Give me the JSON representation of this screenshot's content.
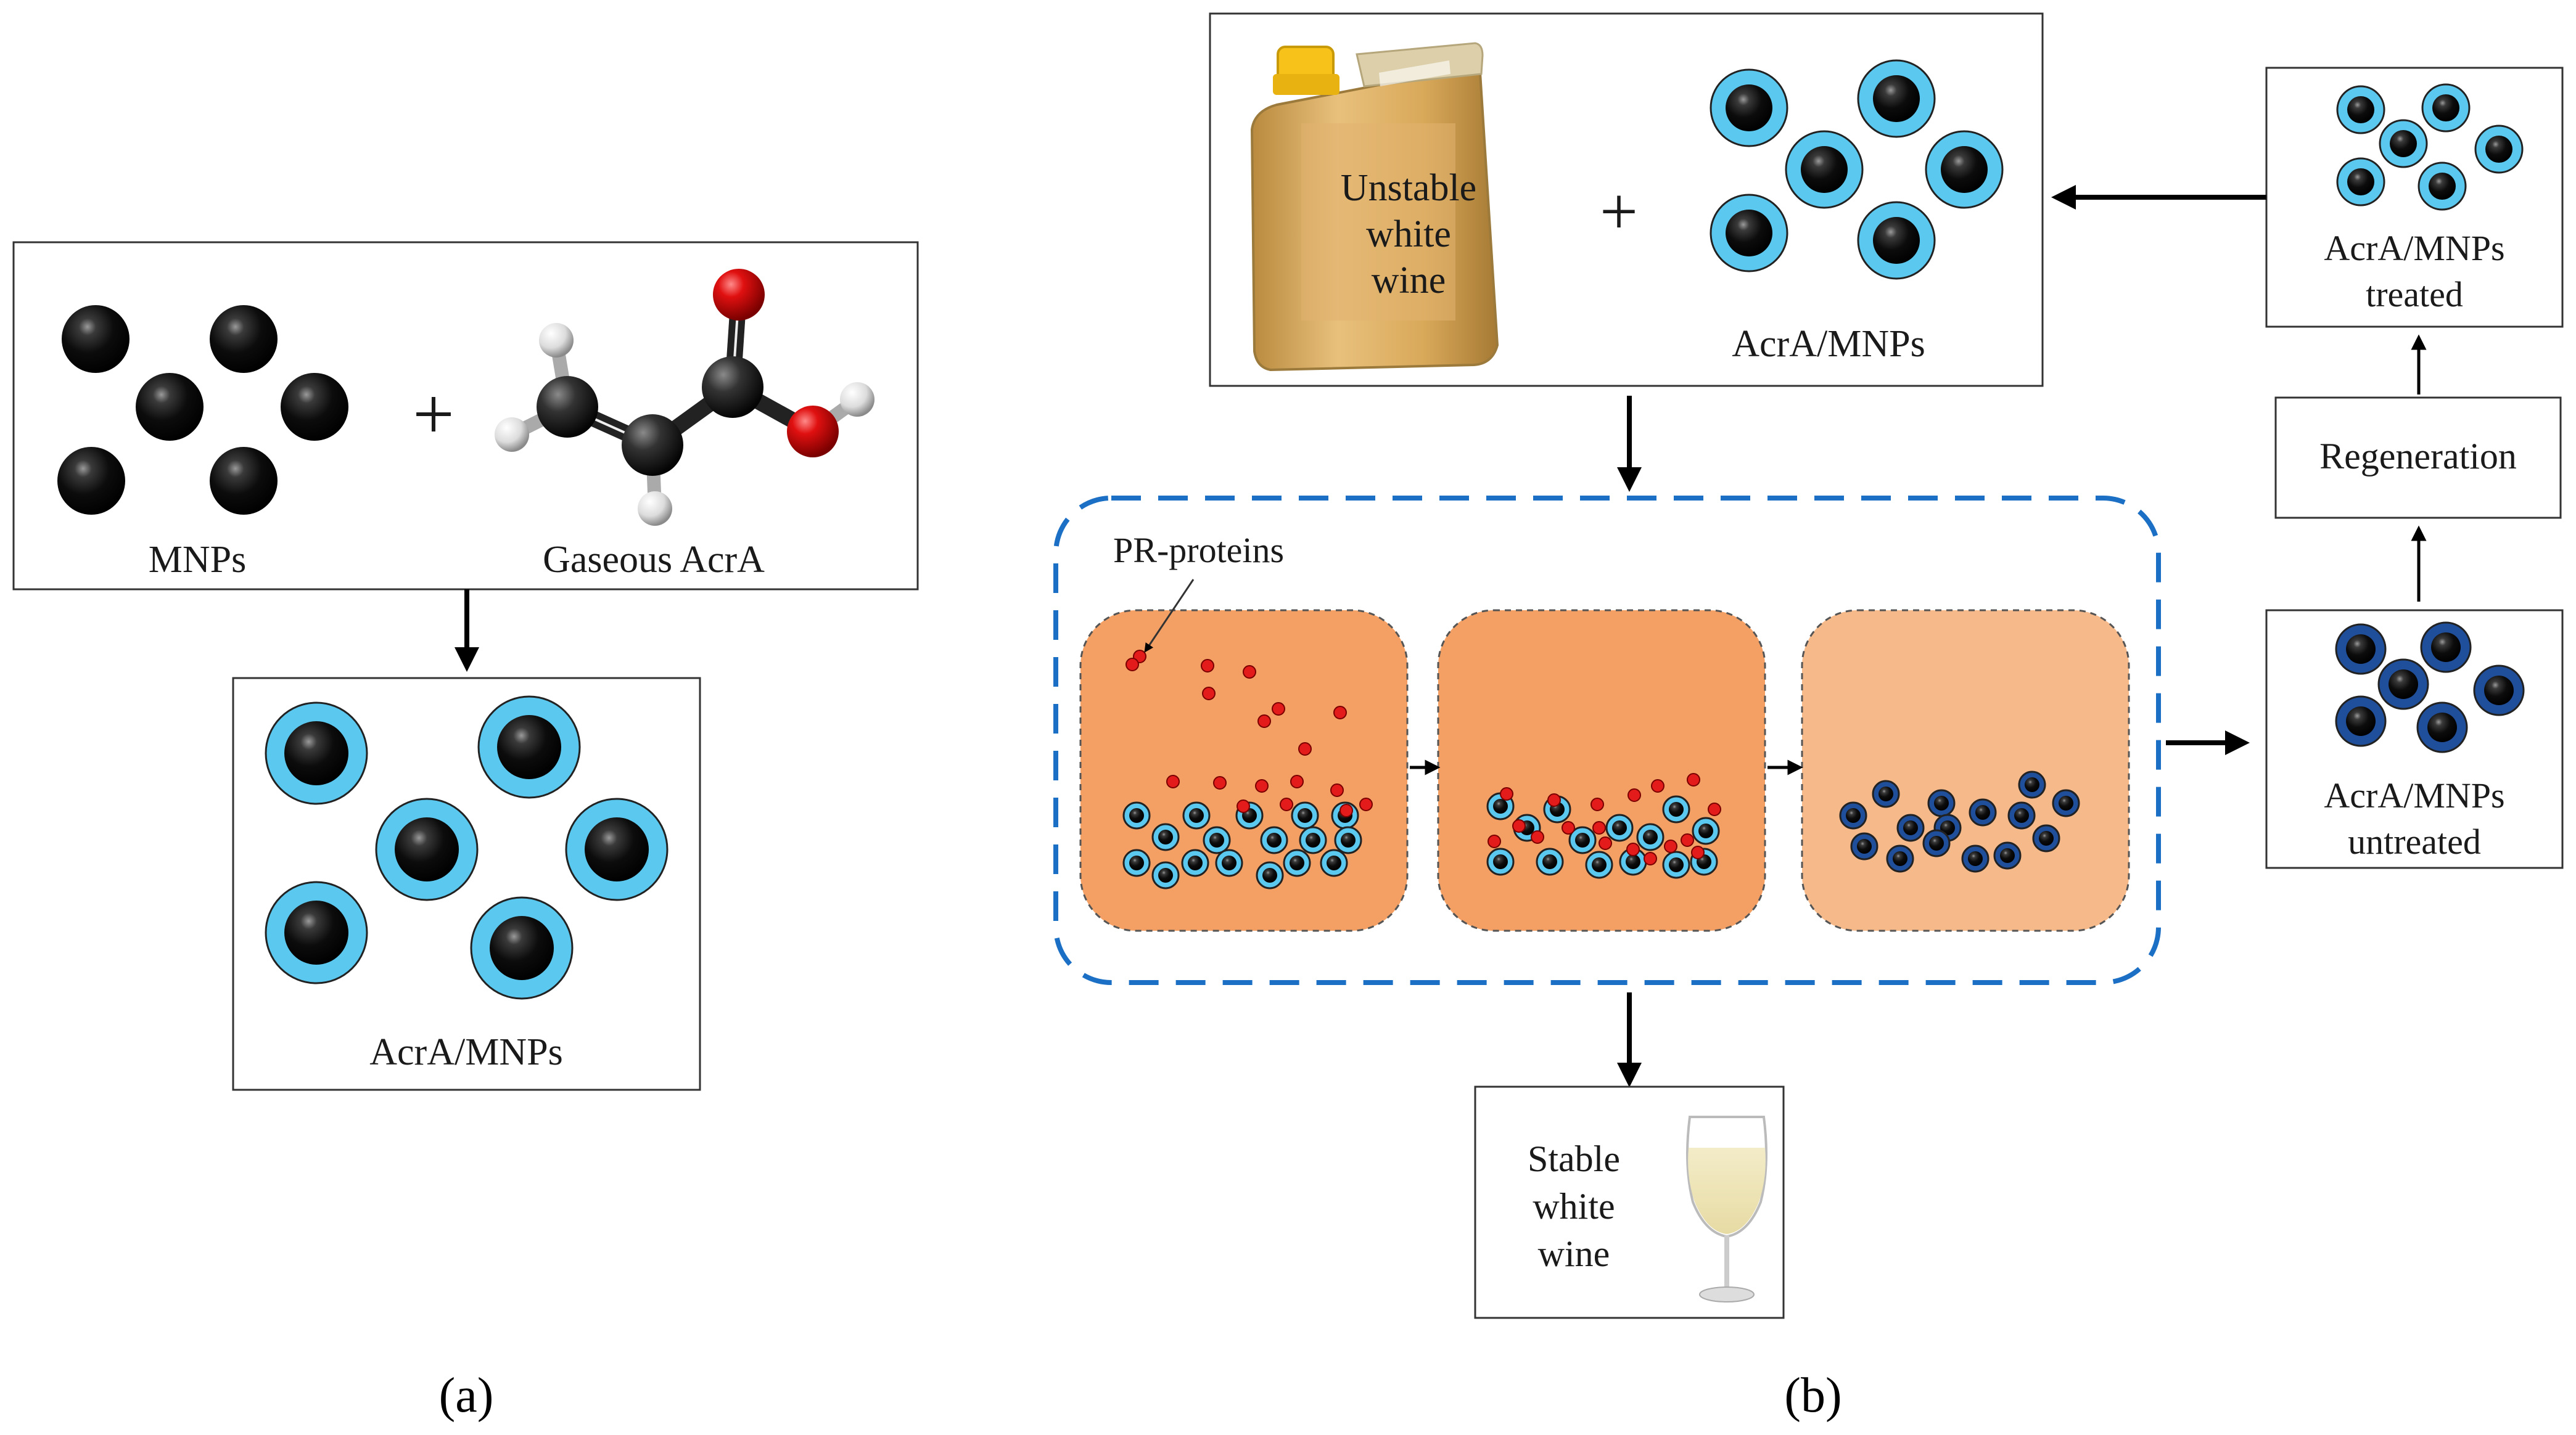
{
  "panel_a": {
    "label": "(a)",
    "left_caption": "MNPs",
    "right_caption": "Gaseous AcrA",
    "plus": "+",
    "result_caption": "AcrA/MNPs"
  },
  "panel_b": {
    "label": "(b)",
    "mix_jug_text": [
      "Unstable",
      "white",
      "wine"
    ],
    "mix_plus": "+",
    "mix_caption": "AcrA/MNPs",
    "treated_caption": [
      "AcrA/MNPs",
      "treated"
    ],
    "regeneration": "Regeneration",
    "untreated_caption": [
      "AcrA/MNPs",
      "untreated"
    ],
    "proteins_label": "PR-proteins",
    "stable_text": [
      "Stable",
      "white",
      "wine"
    ]
  },
  "colors": {
    "particle_core": "#0a0a0a",
    "shell_light": "#5bc8ef",
    "shell_dark": "#1f4e9a",
    "protein": "#e31b1b",
    "bath_1": "#f4a064",
    "bath_2": "#f4a064",
    "bath_3": "#f6b98a",
    "dashed_border": "#1b6fc4"
  }
}
